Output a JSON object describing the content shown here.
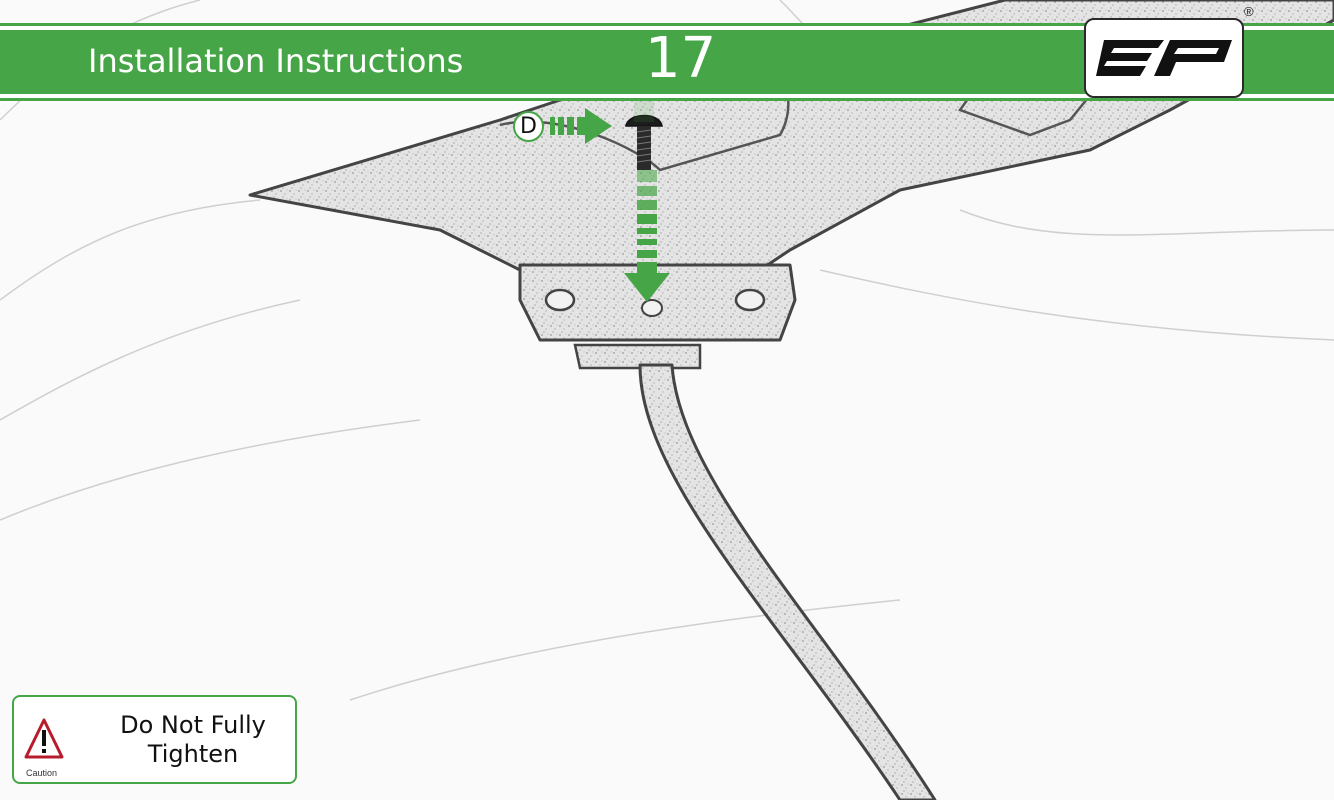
{
  "header": {
    "title": "Installation Instructions",
    "step_number": "17",
    "registered_mark": "®",
    "logo_icon": "ep-brand-logo",
    "accent_color": "#46a546"
  },
  "callout": {
    "part_letter": "D",
    "arrow_color": "#46a546"
  },
  "caution": {
    "icon": "warning-triangle-icon",
    "icon_label": "Caution",
    "line1": "Do Not Fully",
    "line2": "Tighten"
  }
}
